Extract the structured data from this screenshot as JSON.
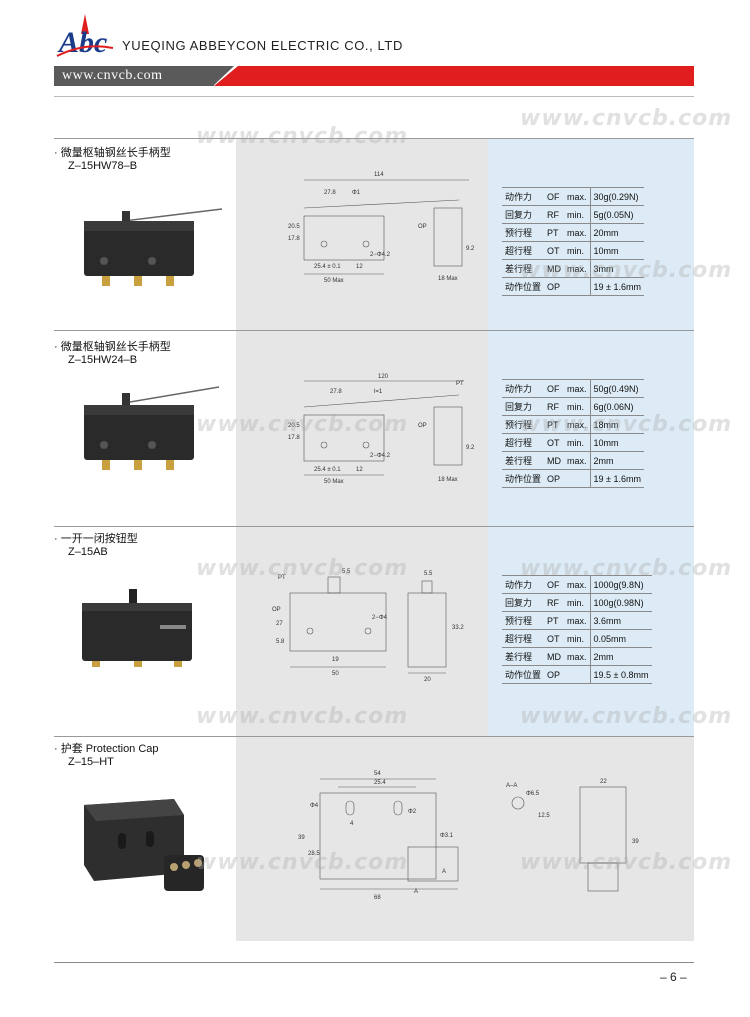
{
  "header": {
    "company": "YUEQING ABBEYCON ELECTRIC CO., LTD",
    "website": "www.cnvcb.com",
    "logo_letters": "Abc",
    "colors": {
      "red": "#e01e1e",
      "gray": "#5a5a5a",
      "navy": "#1a3a8a",
      "panel_blue": "#dcebf5",
      "panel_gray": "#e6e6e6"
    }
  },
  "watermark": "www.cnvcb.com",
  "sections": [
    {
      "title": "· 微量枢轴钢丝长手柄型",
      "code": "Z–15HW78–B",
      "dims": [
        "114",
        "27.8",
        "Φ1",
        "20.5",
        "17.8",
        "OP",
        "2−Φ4.2",
        "25.4 ± 0.1",
        "12",
        "50 Max",
        "9.2",
        "18 Max"
      ],
      "specs": [
        {
          "label": "动作力",
          "abbr": "OF",
          "cond": "max.",
          "value": "30g(0.29N)"
        },
        {
          "label": "回复力",
          "abbr": "RF",
          "cond": "min.",
          "value": "5g(0.05N)"
        },
        {
          "label": "预行程",
          "abbr": "PT",
          "cond": "max.",
          "value": "20mm"
        },
        {
          "label": "超行程",
          "abbr": "OT",
          "cond": "min.",
          "value": "10mm"
        },
        {
          "label": "差行程",
          "abbr": "MD",
          "cond": "max.",
          "value": "3mm"
        },
        {
          "label": "动作位置",
          "abbr": "OP",
          "cond": "",
          "value": "19 ± 1.6mm"
        }
      ]
    },
    {
      "title": "· 微量枢轴钢丝长手柄型",
      "code": "Z–15HW24–B",
      "dims": [
        "120",
        "27.8",
        "l=1",
        "PT",
        "20.5",
        "17.8",
        "OP",
        "2−Φ4.2",
        "25.4 ± 0.1",
        "12",
        "50 Max",
        "9.2",
        "18 Max"
      ],
      "specs": [
        {
          "label": "动作力",
          "abbr": "OF",
          "cond": "max.",
          "value": "50g(0.49N)"
        },
        {
          "label": "回复力",
          "abbr": "RF",
          "cond": "min.",
          "value": "6g(0.06N)"
        },
        {
          "label": "预行程",
          "abbr": "PT",
          "cond": "max.",
          "value": "18mm"
        },
        {
          "label": "超行程",
          "abbr": "OT",
          "cond": "min.",
          "value": "10mm"
        },
        {
          "label": "差行程",
          "abbr": "MD",
          "cond": "max.",
          "value": "2mm"
        },
        {
          "label": "动作位置",
          "abbr": "OP",
          "cond": "",
          "value": "19 ± 1.6mm"
        }
      ]
    },
    {
      "title": "· 一开一闭按钮型",
      "code": "Z–15AB",
      "dims": [
        "PT",
        "5.5",
        "OP",
        "27",
        "5.8",
        "2−Φ4",
        "19",
        "50",
        "5.5",
        "33.2",
        "20"
      ],
      "specs": [
        {
          "label": "动作力",
          "abbr": "OF",
          "cond": "max.",
          "value": "1000g(9.8N)"
        },
        {
          "label": "回复力",
          "abbr": "RF",
          "cond": "min.",
          "value": "100g(0.98N)"
        },
        {
          "label": "预行程",
          "abbr": "PT",
          "cond": "max.",
          "value": "3.6mm"
        },
        {
          "label": "超行程",
          "abbr": "OT",
          "cond": "min.",
          "value": "0.05mm"
        },
        {
          "label": "差行程",
          "abbr": "MD",
          "cond": "max.",
          "value": "2mm"
        },
        {
          "label": "动作位置",
          "abbr": "OP",
          "cond": "",
          "value": "19.5 ± 0.8mm"
        }
      ]
    },
    {
      "title": "· 护套 Protection Cap",
      "code": "Z–15–HT",
      "dims": [
        "54",
        "25.4",
        "Φ4",
        "4",
        "Φ2",
        "39",
        "28.5",
        "Φ3.1",
        "A",
        "A",
        "68",
        "A–A",
        "Φ6.5",
        "12.5",
        "22",
        "39"
      ]
    }
  ],
  "page_number": "– 6 –"
}
